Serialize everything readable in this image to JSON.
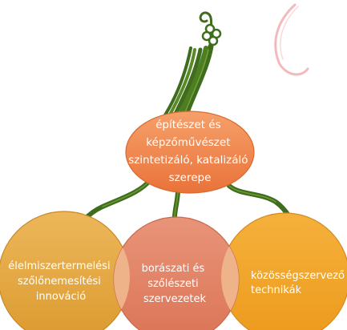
{
  "colors": {
    "stem": "#3f6d1d",
    "stem_highlight": "#6f9d33",
    "top_oval": "#ef8547",
    "left_circle": "#e4a53b",
    "center_circle": "#e17f62",
    "right_circle": "#efa32b",
    "overlap": "#efb58c",
    "outline": "#cf6a3c",
    "deco_curl": "#f0a8ad"
  },
  "diagram": {
    "top_label": [
      "építészet és",
      "képzőművészet",
      "szintetizáló, katalizáló",
      "szerepe"
    ],
    "left_label": [
      "élelmiszertermelési",
      "szőlőnemesítési",
      "innováció"
    ],
    "center_label": [
      "borászati és",
      "szőlészeti",
      "szervezetek"
    ],
    "right_label": [
      "közösségszervező",
      "technikák"
    ]
  }
}
